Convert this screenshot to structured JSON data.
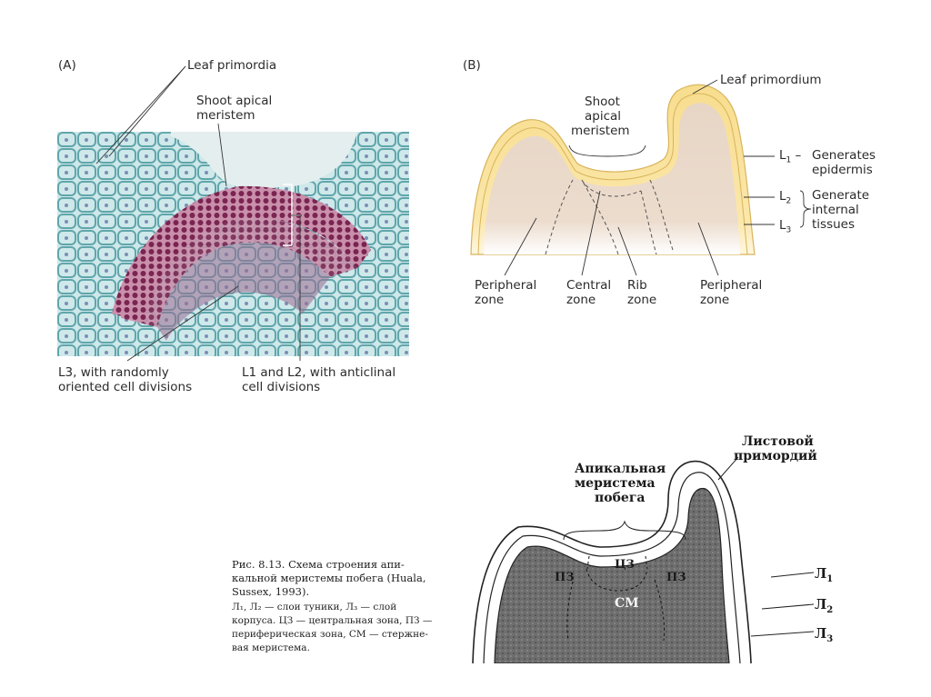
{
  "panel_a": {
    "letter": "(A)",
    "leaf_primordia": "Leaf primordia",
    "sam_line1": "Shoot apical",
    "sam_line2": "meristem",
    "l3_line1": "L3, with randomly",
    "l3_line2": "oriented cell divisions",
    "l12_line1": "L1 and L2, with anticlinal",
    "l12_line2": "cell divisions"
  },
  "panel_b": {
    "letter": "(B)",
    "leaf_primordium": "Leaf primordium",
    "sam_line1": "Shoot",
    "sam_line2": "apical",
    "sam_line3": "meristem",
    "l1_label": "L",
    "l1_sub": "1",
    "l1_desc1": "Generates",
    "l1_desc2": "epidermis",
    "l2_label": "L",
    "l2_sub": "2",
    "l3_label": "L",
    "l3_sub": "3",
    "l23_desc1": "Generate",
    "l23_desc2": "internal",
    "l23_desc3": "tissues",
    "peripheral_left1": "Peripheral",
    "peripheral_left2": "zone",
    "central1": "Central",
    "central2": "zone",
    "rib1": "Rib",
    "rib2": "zone",
    "peripheral_right1": "Peripheral",
    "peripheral_right2": "zone"
  },
  "panel_c": {
    "leaf_line1": "Листовой",
    "leaf_line2": "примордий",
    "sam_line1": "Апикальная",
    "sam_line2": "меристема",
    "sam_line3": "побега",
    "pz_left": "ПЗ",
    "cz": "ЦЗ",
    "pz_right": "ПЗ",
    "sm": "СМ",
    "l1": "Л",
    "l1_sub": "1",
    "l2": "Л",
    "l2_sub": "2",
    "l3": "Л",
    "l3_sub": "3"
  },
  "caption": {
    "line1": "Рис. 8.13. Схема строения апи-",
    "line2": "кальной меристемы побега (Huala,",
    "line3": "Sussex, 1993).",
    "line4": "Л₁, Л₂ — слои туники, Л₃ — слой",
    "line5": "корпуса. ЦЗ — центральная зона, ПЗ —",
    "line6": "периферическая зона, СМ — стержне-",
    "line7": "вая меристема."
  },
  "colors": {
    "tunica_yellow": "#f8dd8e",
    "corpus_tan": "#e7d6c6",
    "micro_teal": "#8fc7c9",
    "micro_purple": "#8a2f5c",
    "corpus_gray": "#6e6e6e"
  }
}
